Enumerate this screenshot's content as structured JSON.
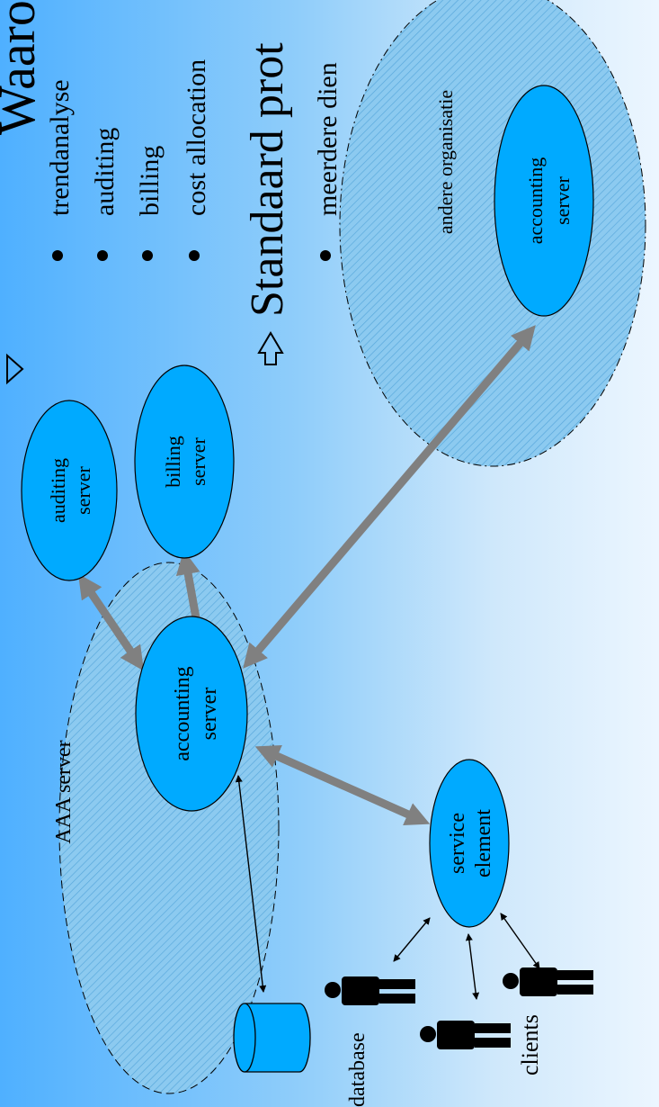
{
  "title": "Waarom",
  "bullets": [
    "trendanalyse",
    "auditing",
    "billing",
    "cost allocation"
  ],
  "section2": {
    "title": "Standaard prot",
    "bullets": [
      "meerdere dien"
    ]
  },
  "diagram": {
    "aaa_label": "AAA server",
    "accounting_line1": "accounting",
    "accounting_line2": "server",
    "auditing_line1": "auditing",
    "auditing_line2": "server",
    "billing_line1": "billing",
    "billing_line2": "server",
    "other_org_label": "andere organisatie",
    "remote_accounting_line1": "accounting",
    "remote_accounting_line2": "server",
    "service_line1": "service",
    "service_line2": "element",
    "database_label": "database",
    "clients_label": "clients"
  },
  "colors": {
    "node_fill": "#00aaff",
    "region_fill": "#7ec3ea",
    "arrow": "#808080"
  },
  "icons": [
    "arrow-right-outline-icon",
    "person-icon",
    "database-icon"
  ]
}
